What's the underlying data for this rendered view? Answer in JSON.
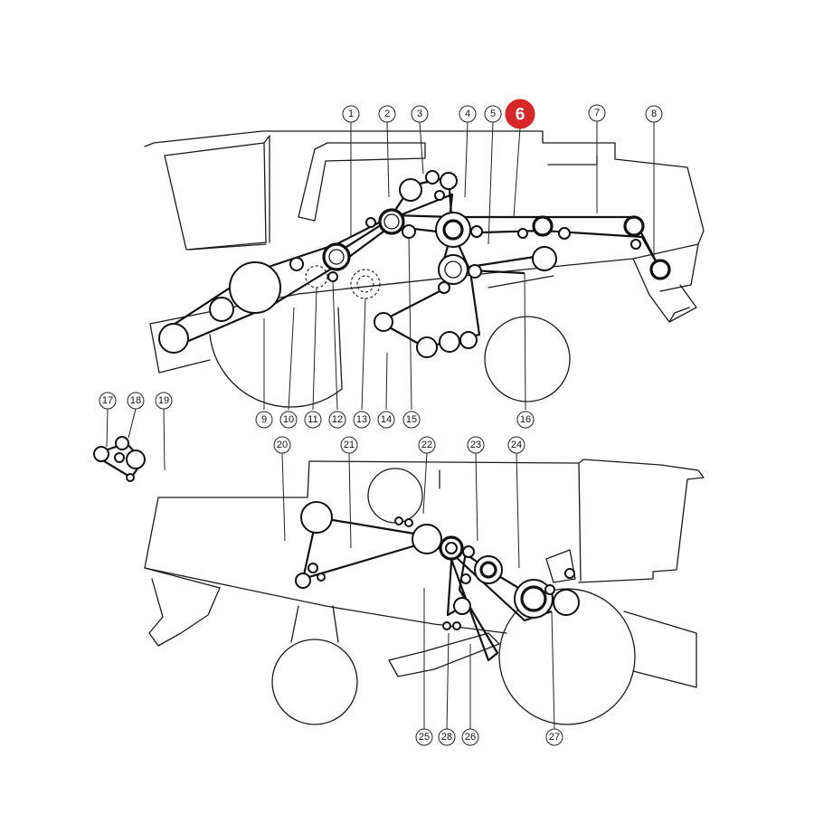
{
  "diagram": {
    "callouts": [
      {
        "label": "1"
      },
      {
        "label": "2"
      },
      {
        "label": "3"
      },
      {
        "label": "4"
      },
      {
        "label": "5"
      },
      {
        "label": "6",
        "highlighted": true
      },
      {
        "label": "7"
      },
      {
        "label": "8"
      },
      {
        "label": "9"
      },
      {
        "label": "10"
      },
      {
        "label": "11"
      },
      {
        "label": "12"
      },
      {
        "label": "13"
      },
      {
        "label": "14"
      },
      {
        "label": "15"
      },
      {
        "label": "16"
      },
      {
        "label": "17"
      },
      {
        "label": "18"
      },
      {
        "label": "19"
      },
      {
        "label": "20"
      },
      {
        "label": "21"
      },
      {
        "label": "22"
      },
      {
        "label": "23"
      },
      {
        "label": "24"
      },
      {
        "label": "25"
      },
      {
        "label": "26"
      },
      {
        "label": "27"
      },
      {
        "label": "28"
      }
    ],
    "highlight_color": "#d62828"
  }
}
